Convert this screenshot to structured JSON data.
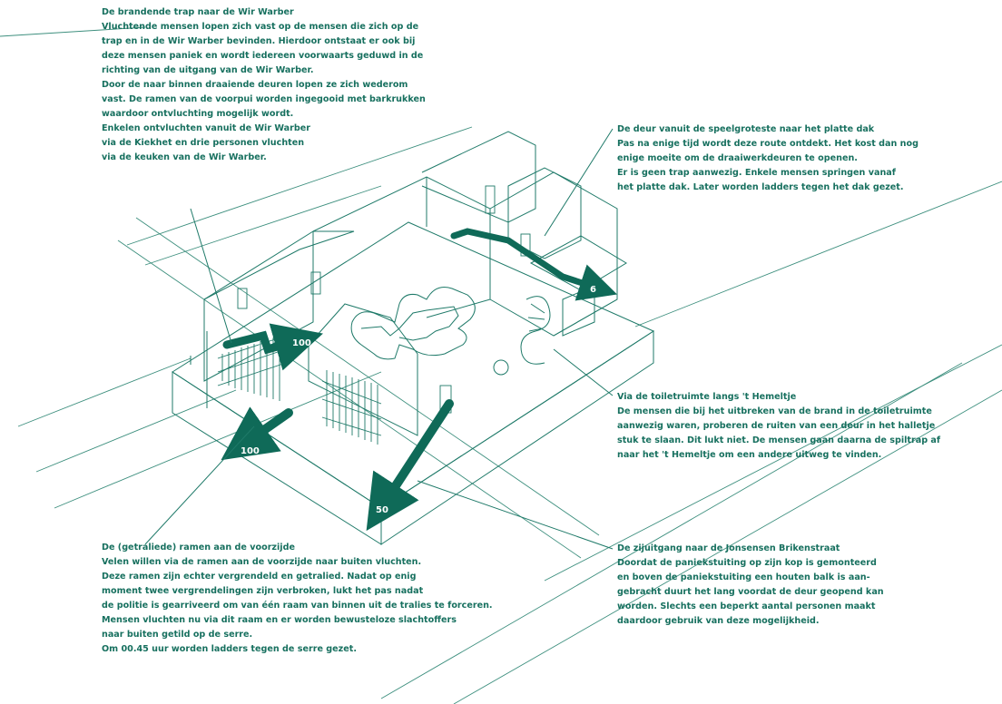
{
  "colors": {
    "line": "#1f7a69",
    "thin": "#3d8f7e",
    "arrow": "#0f6a58",
    "text": "#17705f"
  },
  "notes": {
    "stair": {
      "title": "De brandende trap naar de Wir Warber",
      "lines": [
        "Vluchtende mensen lopen zich vast op de mensen die zich op de",
        "trap en in de Wir Warber bevinden. Hierdoor ontstaat er ook bij",
        "deze mensen paniek en wordt iedereen voorwaarts geduwd in de",
        "richting van de uitgang van de Wir Warber.",
        "Door de naar binnen draaiende deuren lopen ze zich wederom",
        "vast. De ramen van de voorpui worden ingegooid met barkrukken",
        "waardoor ontvluchting mogelijk wordt.",
        "Enkelen ontvluchten vanuit de Wir Warber",
        "via de Kiekhet en drie personen vluchten",
        "via de keuken van de Wir Warber."
      ]
    },
    "door": {
      "title": "De deur vanuit de speelgroteste naar het platte dak",
      "lines": [
        "Pas na enige tijd wordt deze route ontdekt. Het kost dan nog",
        "enige moeite om de draaiwerkdeuren te openen.",
        "Er is geen trap aanwezig. Enkele mensen springen vanaf",
        "het platte dak. Later worden ladders tegen het dak gezet."
      ]
    },
    "toilet": {
      "title": "Via de toiletruimte langs 't Hemeltje",
      "lines": [
        "De mensen die bij het uitbreken van de brand in de toiletruimte",
        "aanwezig waren, proberen de ruiten van een deur in het halletje",
        "stuk te slaan. Dit lukt niet. De mensen gaan daarna de spiltrap af",
        "naar het 't Hemeltje om een andere uitweg te vinden."
      ]
    },
    "windows": {
      "title": "De (getraliede) ramen aan de voorzijde",
      "lines": [
        "Velen willen via de ramen aan de voorzijde naar buiten vluchten.",
        "Deze ramen zijn echter vergrendeld en getralied. Nadat op enig",
        "moment twee vergrendelingen zijn verbroken, lukt het pas nadat",
        "de politie is gearriveerd om van één raam van binnen uit de tralies te forceren.",
        "Mensen vluchten nu via dit raam en er worden bewusteloze slachtoffers",
        "naar buiten getild op de serre.",
        "Om 00.45 uur worden ladders tegen de serre gezet."
      ]
    },
    "side": {
      "title": "De zijuitgang naar de Jonsensen Brikenstraat",
      "lines": [
        "Doordat de paniekstuiting op zijn kop is gemonteerd",
        "en boven de paniekstuiting een houten balk is aan-",
        "gebracht duurt het lang voordat de deur geopend kan",
        "worden. Slechts een beperkt aantal personen maakt",
        "daardoor gebruik van deze mogelijkheid."
      ]
    }
  },
  "flow_labels": {
    "stair": "100",
    "front": "100",
    "side": "50",
    "roof": "6"
  }
}
